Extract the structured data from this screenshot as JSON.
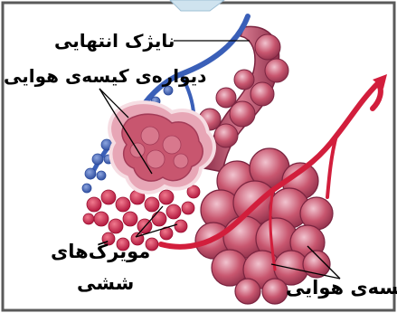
{
  "labels": {
    "terminal_bronchiole": "نایژک انتهایی",
    "alveolar_wall": "دیواره‌ی کیسه‌ی هوایی",
    "pulmonary_capillaries_line1": "مویرگ‌های",
    "pulmonary_capillaries_line2": "ششی",
    "alveolar_sac": "کیسه‌ی هوایی"
  },
  "colors": {
    "frame": "#5a5a5a",
    "tissue": "#c8566f",
    "tissue_dark": "#8e2f4a",
    "artery": "#d21e3c",
    "vein": "#3a5fb8",
    "highlight": "#f1c9d2"
  }
}
